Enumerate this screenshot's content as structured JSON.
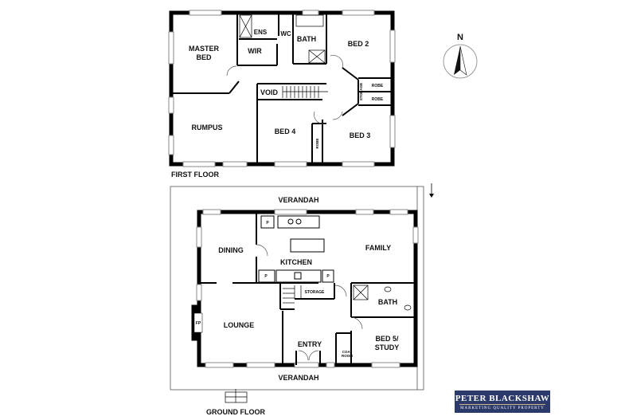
{
  "plan": {
    "first_floor": {
      "title": "FIRST FLOOR",
      "rooms": [
        {
          "id": "master-bed",
          "label": "MASTER BED"
        },
        {
          "id": "ens",
          "label": "ENS"
        },
        {
          "id": "wc",
          "label": "WC"
        },
        {
          "id": "bath",
          "label": "BATH"
        },
        {
          "id": "bed2",
          "label": "BED 2"
        },
        {
          "id": "wir",
          "label": "WIR"
        },
        {
          "id": "void",
          "label": "VOID"
        },
        {
          "id": "storage",
          "label": "STORAGE"
        },
        {
          "id": "robe1",
          "label": "ROBE"
        },
        {
          "id": "robe2",
          "label": "ROBE"
        },
        {
          "id": "rumpus",
          "label": "RUMPUS"
        },
        {
          "id": "bed4",
          "label": "BED 4"
        },
        {
          "id": "robe3",
          "label": "ROBE"
        },
        {
          "id": "bed3",
          "label": "BED 3"
        }
      ]
    },
    "ground_floor": {
      "title": "GROUND FLOOR",
      "rooms": [
        {
          "id": "verandah-top",
          "label": "VERANDAH"
        },
        {
          "id": "dining",
          "label": "DINING"
        },
        {
          "id": "kitchen",
          "label": "KITCHEN"
        },
        {
          "id": "family",
          "label": "FAMILY"
        },
        {
          "id": "storage",
          "label": "STORAGE"
        },
        {
          "id": "bath",
          "label": "BATH"
        },
        {
          "id": "lounge",
          "label": "LOUNGE"
        },
        {
          "id": "fp",
          "label": "FP"
        },
        {
          "id": "entry",
          "label": "ENTRY"
        },
        {
          "id": "coat-room",
          "label": "COAT ROOM"
        },
        {
          "id": "bed5",
          "label": "BED 5/ STUDY"
        },
        {
          "id": "verandah-bottom",
          "label": "VERANDAH"
        }
      ],
      "pantry_labels": [
        "P",
        "P",
        "P"
      ]
    }
  },
  "compass": {
    "label": "N"
  },
  "brand": {
    "name": "PETER BLACKSHAW",
    "tagline": "MARKETING QUALITY PROPERTY",
    "color": "#2b3a6b"
  }
}
